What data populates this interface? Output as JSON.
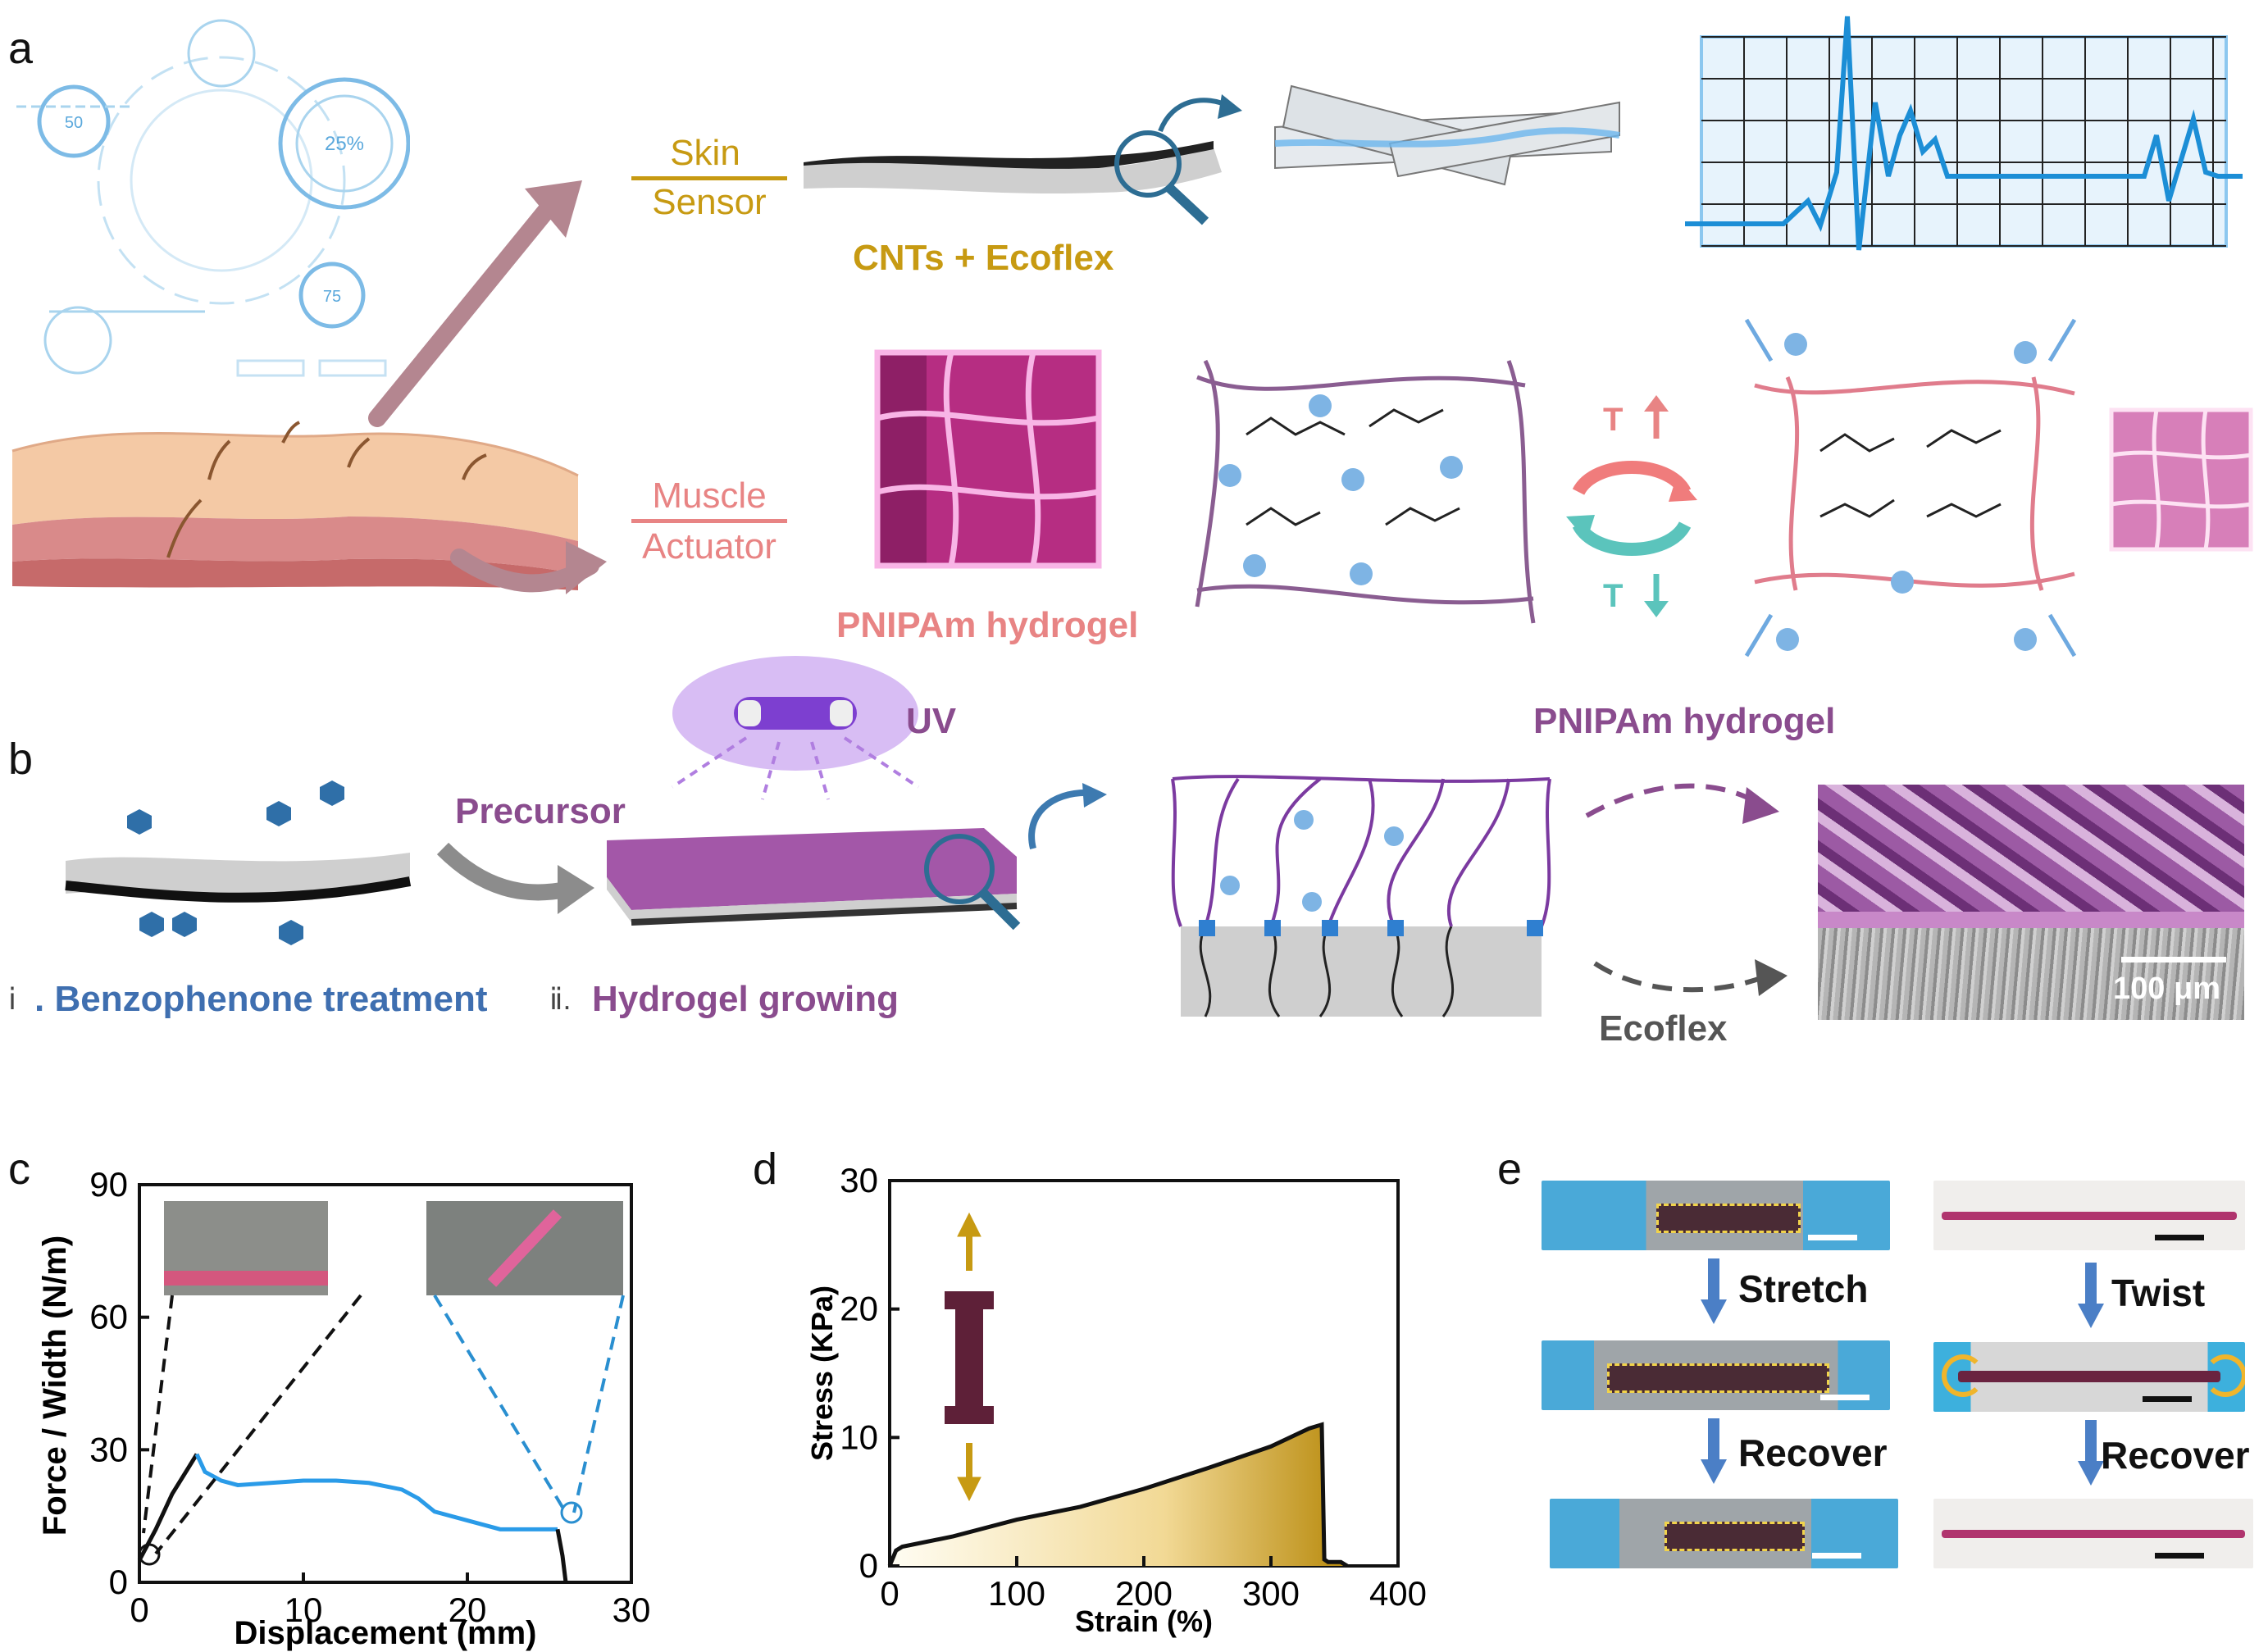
{
  "panels": {
    "a": "a",
    "b": "b",
    "c": "c",
    "d": "d",
    "e": "e"
  },
  "panel_a": {
    "skin": "Skin",
    "sensor": "Sensor",
    "cnts": "CNTs + Ecoflex",
    "muscle": "Muscle",
    "actuator": "Actuator",
    "pnipam": "PNIPAm hydrogel",
    "t_up": "T",
    "t_down": "T",
    "hud_values": [
      "50",
      "25%",
      "75"
    ]
  },
  "panel_b": {
    "uv": "UV",
    "precursor": "Precursor",
    "pnipam": "PNIPAm hydrogel",
    "step1_num": "ⅰ",
    "step1": ". Benzophenone treatment",
    "step2_num": "ⅱ.",
    "step2": "Hydrogel growing",
    "ecoflex": "Ecoflex",
    "scale": "100 μm"
  },
  "panel_e": {
    "stretch": "Stretch",
    "twist": "Twist",
    "recover1": "Recover",
    "recover2": "Recover"
  },
  "colors": {
    "gold": "#c79a12",
    "pink": "#e88484",
    "purple": "#8a4c8e",
    "blue": "#3f6fb0",
    "curve_blue": "#2a9be8"
  },
  "chart_data": [
    {
      "type": "line",
      "panel": "c",
      "xlabel": "Displacement (mm)",
      "ylabel": "Force / Width (N/m)",
      "xlim": [
        0,
        30
      ],
      "ylim": [
        0,
        90
      ],
      "xticks": [
        "0",
        "10",
        "20",
        "30"
      ],
      "yticks": [
        "0",
        "30",
        "60",
        "90"
      ],
      "series": [
        {
          "color": "#111111",
          "x": [
            0,
            1,
            2,
            3,
            3.5
          ],
          "y": [
            5,
            12,
            20,
            26,
            29
          ]
        },
        {
          "color": "#2a9be8",
          "x": [
            3.5,
            4,
            5,
            6,
            8,
            10,
            12,
            14,
            16,
            17,
            18,
            20,
            22,
            24,
            25,
            25.5
          ],
          "y": [
            29,
            25,
            23,
            22,
            22.5,
            23,
            23,
            22.5,
            21,
            19,
            16,
            14,
            12,
            12,
            12,
            12
          ]
        },
        {
          "color": "#111111",
          "x": [
            25.5,
            25.8,
            26
          ],
          "y": [
            12,
            6,
            0
          ]
        }
      ]
    },
    {
      "type": "area",
      "panel": "d",
      "xlabel": "Strain (%)",
      "ylabel": "Stress (KPa)",
      "xlim": [
        0,
        400
      ],
      "ylim": [
        0,
        30
      ],
      "xticks": [
        "0",
        "100",
        "200",
        "300",
        "400"
      ],
      "yticks": [
        "0",
        "10",
        "20",
        "30"
      ],
      "series": [
        {
          "color": "#111111",
          "x": [
            0,
            5,
            10,
            50,
            100,
            150,
            200,
            250,
            300,
            330,
            340,
            342,
            345,
            355,
            360
          ],
          "y": [
            0,
            1.2,
            1.5,
            2.3,
            3.6,
            4.6,
            6.0,
            7.6,
            9.3,
            10.7,
            11.0,
            0.5,
            0.3,
            0.3,
            0
          ]
        }
      ]
    }
  ]
}
